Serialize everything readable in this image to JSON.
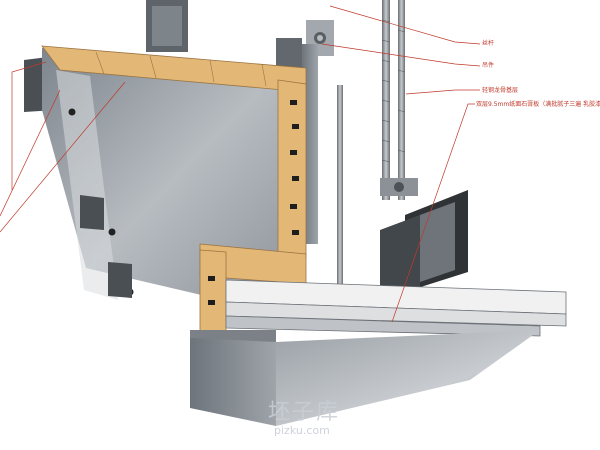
{
  "labels": {
    "rod": "丝杆",
    "hanger": "吊件",
    "keel": "轻钢龙骨基层",
    "board": "双层9.5mm纸面石膏板（满批腻子三遍 乳胶漆"
  },
  "watermark": {
    "main": "坯子库",
    "sub": "pizku.com"
  },
  "colors": {
    "wood": "#e3b877",
    "steel": "#8f969e",
    "leader": "#c0392b"
  }
}
